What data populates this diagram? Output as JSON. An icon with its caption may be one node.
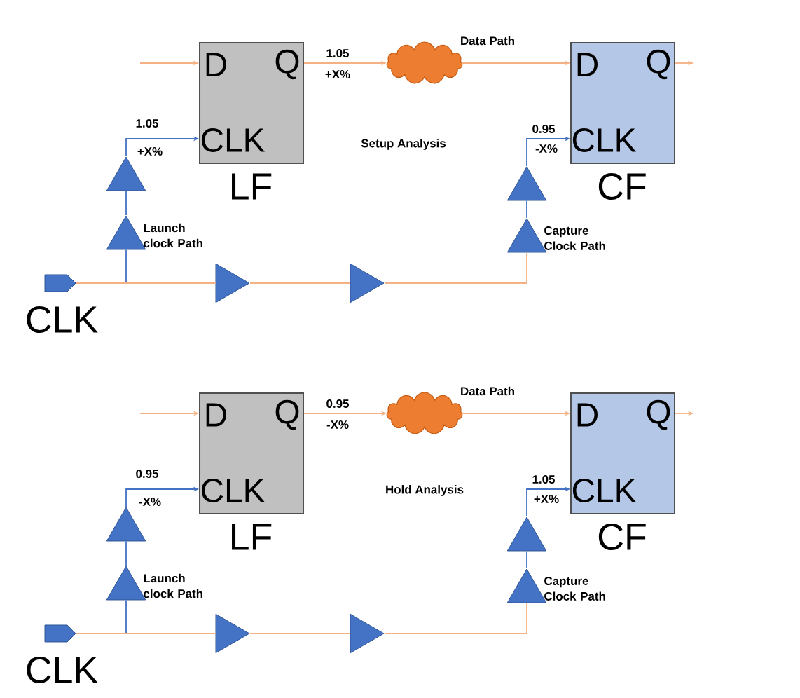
{
  "diagram": {
    "nodes": [
      {
        "text": [
          "D",
          "Q",
          "CLK"
        ],
        "beside": [
          "LF"
        ]
      },
      {
        "text": [],
        "shape": "cloud",
        "beside": [
          "Data Path"
        ]
      },
      {
        "text": [
          "D",
          "Q",
          "CLK"
        ],
        "beside": [
          "CF"
        ]
      },
      {
        "text": [],
        "shape": "triangle"
      },
      {
        "text": [],
        "shape": "triangle",
        "beside": [
          "Launch clock Path"
        ]
      },
      {
        "text": [],
        "shape": "triangle"
      },
      {
        "text": [],
        "shape": "triangle",
        "beside": [
          "Capture Clock Path"
        ]
      },
      {
        "text": [],
        "shape": "box",
        "beside": [
          "CLK"
        ]
      },
      {
        "text": [],
        "shape": "triangle"
      },
      {
        "text": [],
        "shape": "triangle"
      },
      {
        "text": [
          "D",
          "Q",
          "CLK"
        ],
        "beside": [
          "LF"
        ]
      },
      {
        "text": [],
        "shape": "cloud",
        "beside": [
          "Data Path"
        ]
      },
      {
        "text": [
          "D",
          "Q",
          "CLK"
        ],
        "beside": [
          "CF"
        ]
      },
      {
        "text": [],
        "shape": "triangle"
      },
      {
        "text": [],
        "shape": "triangle",
        "beside": [
          "Launch clock Path"
        ]
      },
      {
        "text": [],
        "shape": "triangle"
      },
      {
        "text": [],
        "shape": "triangle",
        "beside": [
          "Capture Clock Path"
        ]
      },
      {
        "text": [],
        "shape": "box",
        "beside": [
          "CLK"
        ]
      },
      {
        "text": [],
        "shape": "triangle"
      },
      {
        "text": [],
        "shape": "triangle"
      }
    ],
    "edges": [
      {
        "from": null,
        "to": 0,
        "arrow": "to"
      },
      {
        "from": 0,
        "to": 1,
        "arrow": "to"
      },
      {
        "from": 1,
        "to": 2,
        "arrow": "to"
      },
      {
        "from": 2,
        "to": null,
        "arrow": "to"
      },
      {
        "from": 7,
        "to": 4,
        "arrow": "none",
        "color": "#4472c4"
      },
      {
        "from": 4,
        "to": 3,
        "arrow": "none",
        "color": "#4472c4"
      },
      {
        "from": 3,
        "to": 0,
        "arrow": "to",
        "color": "#4472c4"
      },
      {
        "from": 7,
        "to": 8,
        "arrow": "none"
      },
      {
        "from": 8,
        "to": 9,
        "arrow": "none"
      },
      {
        "from": 9,
        "to": 6,
        "arrow": "none"
      },
      {
        "from": 6,
        "to": 5,
        "arrow": "none",
        "color": "#4472c4"
      },
      {
        "from": 5,
        "to": 2,
        "arrow": "to",
        "color": "#4472c4"
      },
      {
        "from": null,
        "to": 10,
        "arrow": "to"
      },
      {
        "from": 10,
        "to": 11,
        "arrow": "to"
      },
      {
        "from": 11,
        "to": 12,
        "arrow": "to"
      },
      {
        "from": 12,
        "to": null,
        "arrow": "to"
      },
      {
        "from": 17,
        "to": 14,
        "arrow": "none",
        "color": "#4472c4"
      },
      {
        "from": 14,
        "to": 13,
        "arrow": "none",
        "color": "#4472c4"
      },
      {
        "from": 13,
        "to": 10,
        "arrow": "to",
        "color": "#4472c4"
      },
      {
        "from": 17,
        "to": 18,
        "arrow": "none"
      },
      {
        "from": 18,
        "to": 19,
        "arrow": "none"
      },
      {
        "from": 19,
        "to": 16,
        "arrow": "none"
      },
      {
        "from": 16,
        "to": 15,
        "arrow": "none",
        "color": "#4472c4"
      },
      {
        "from": 15,
        "to": 12,
        "arrow": "to",
        "color": "#4472c4"
      }
    ],
    "labels": [
      "1.05",
      "+X%",
      "Setup Analysis",
      "1.05",
      "+X%",
      "0.95",
      "-X%",
      "0.95",
      "-X%",
      "Hold Analysis",
      "0.95",
      "-X%",
      "1.05",
      "+X%"
    ]
  }
}
